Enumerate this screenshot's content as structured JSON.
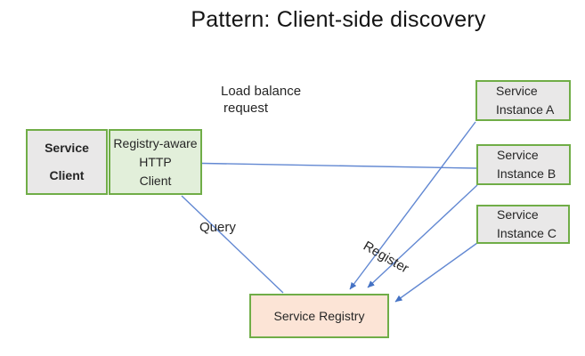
{
  "title": "Pattern: Client-side discovery",
  "boxes": {
    "service_client": {
      "lines": [
        "Service",
        "Client"
      ]
    },
    "registry_aware_client": {
      "lines": [
        "Registry-aware",
        "HTTP",
        "Client"
      ]
    },
    "service_instance_a": {
      "lines": [
        "Service",
        "Instance A"
      ]
    },
    "service_instance_b": {
      "lines": [
        "Service",
        "Instance B"
      ]
    },
    "service_instance_c": {
      "lines": [
        "Service",
        "Instance C"
      ]
    },
    "service_registry": {
      "label": "Service Registry"
    }
  },
  "labels": {
    "load_balance": {
      "lines": [
        "Load balance",
        "request"
      ]
    },
    "query": "Query",
    "register": "Register"
  },
  "connections": [
    {
      "from": "registry-aware-http-client",
      "to": "service-instance-b",
      "label": "Load balance request",
      "arrowhead": "none"
    },
    {
      "from": "registry-aware-http-client",
      "to": "service-registry",
      "label": "Query",
      "arrowhead": "none"
    },
    {
      "from": "service-instance-a",
      "to": "service-registry",
      "label": "Register",
      "arrowhead": "end"
    },
    {
      "from": "service-instance-b",
      "to": "service-registry",
      "label": "Register",
      "arrowhead": "end"
    },
    {
      "from": "service-instance-c",
      "to": "service-registry",
      "label": "Register",
      "arrowhead": "end"
    }
  ],
  "colors": {
    "box_border_green": "#70ad47",
    "fill_gray": "#e9e8e8",
    "fill_light_green": "#e2efda",
    "fill_peach": "#fce4d6",
    "connector_blue": "#6288d2",
    "arrowhead_blue": "#4472c4",
    "text": "#262626",
    "background": "#ffffff"
  }
}
